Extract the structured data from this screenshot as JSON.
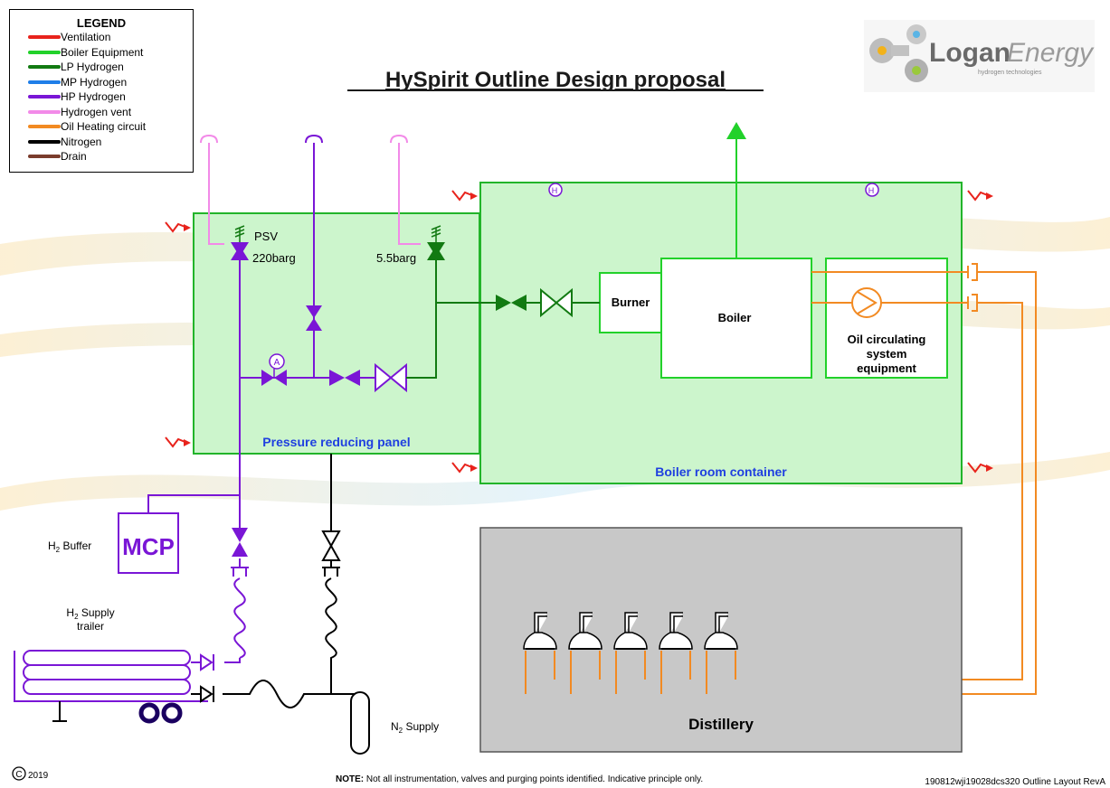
{
  "title": "HySpirit Outline Design proposal",
  "legend": {
    "title": "LEGEND",
    "items": [
      {
        "label": "Ventilation",
        "color": "#e8231c"
      },
      {
        "label": "Boiler Equipment",
        "color": "#22d12a"
      },
      {
        "label": "LP Hydrogen",
        "color": "#127a12"
      },
      {
        "label": "MP Hydrogen",
        "color": "#1f7ee8"
      },
      {
        "label": "HP Hydrogen",
        "color": "#7a16d6"
      },
      {
        "label": "Hydrogen vent",
        "color": "#f28ae8"
      },
      {
        "label": "Oil Heating circuit",
        "color": "#f28a22"
      },
      {
        "label": "Nitrogen",
        "color": "#000000"
      },
      {
        "label": "Drain",
        "color": "#7a3c2c"
      }
    ]
  },
  "logo": {
    "brand": "Logan",
    "brand_suffix": "Energy",
    "tagline": "hydrogen technologies"
  },
  "labels": {
    "psv": "PSV",
    "p220": "220barg",
    "p55": "5.5barg",
    "burner": "Burner",
    "boiler": "Boiler",
    "oil1": "Oil circulating",
    "oil2": "system",
    "oil3": "equipment",
    "prp": "Pressure reducing panel",
    "brc": "Boiler room container",
    "mcp": "MCP",
    "buffer_h": "H",
    "buffer_sub": "2",
    "buffer_rest": " Buffer",
    "trailer_h": "H",
    "trailer_sub": "2",
    "trailer_rest": " Supply",
    "trailer2": "trailer",
    "n2_n": "N",
    "n2_sub": "2",
    "n2_rest": " Supply",
    "distillery": "Distillery",
    "a_mark": "A",
    "h2_mark": "H",
    "h2_mark_sub": "2"
  },
  "footer": {
    "copyright": "2019",
    "note_bold": "NOTE:",
    "note": " Not all instrumentation, valves and purging points identified. Indicative principle only.",
    "ref": "190812wji19028dcs320 Outline Layout RevA"
  },
  "colors": {
    "panel_fill": "#ccf5cc",
    "distillery_fill": "#c8c8c8",
    "title": "#1a1a1a",
    "blue_label": "#1f3fe0"
  }
}
